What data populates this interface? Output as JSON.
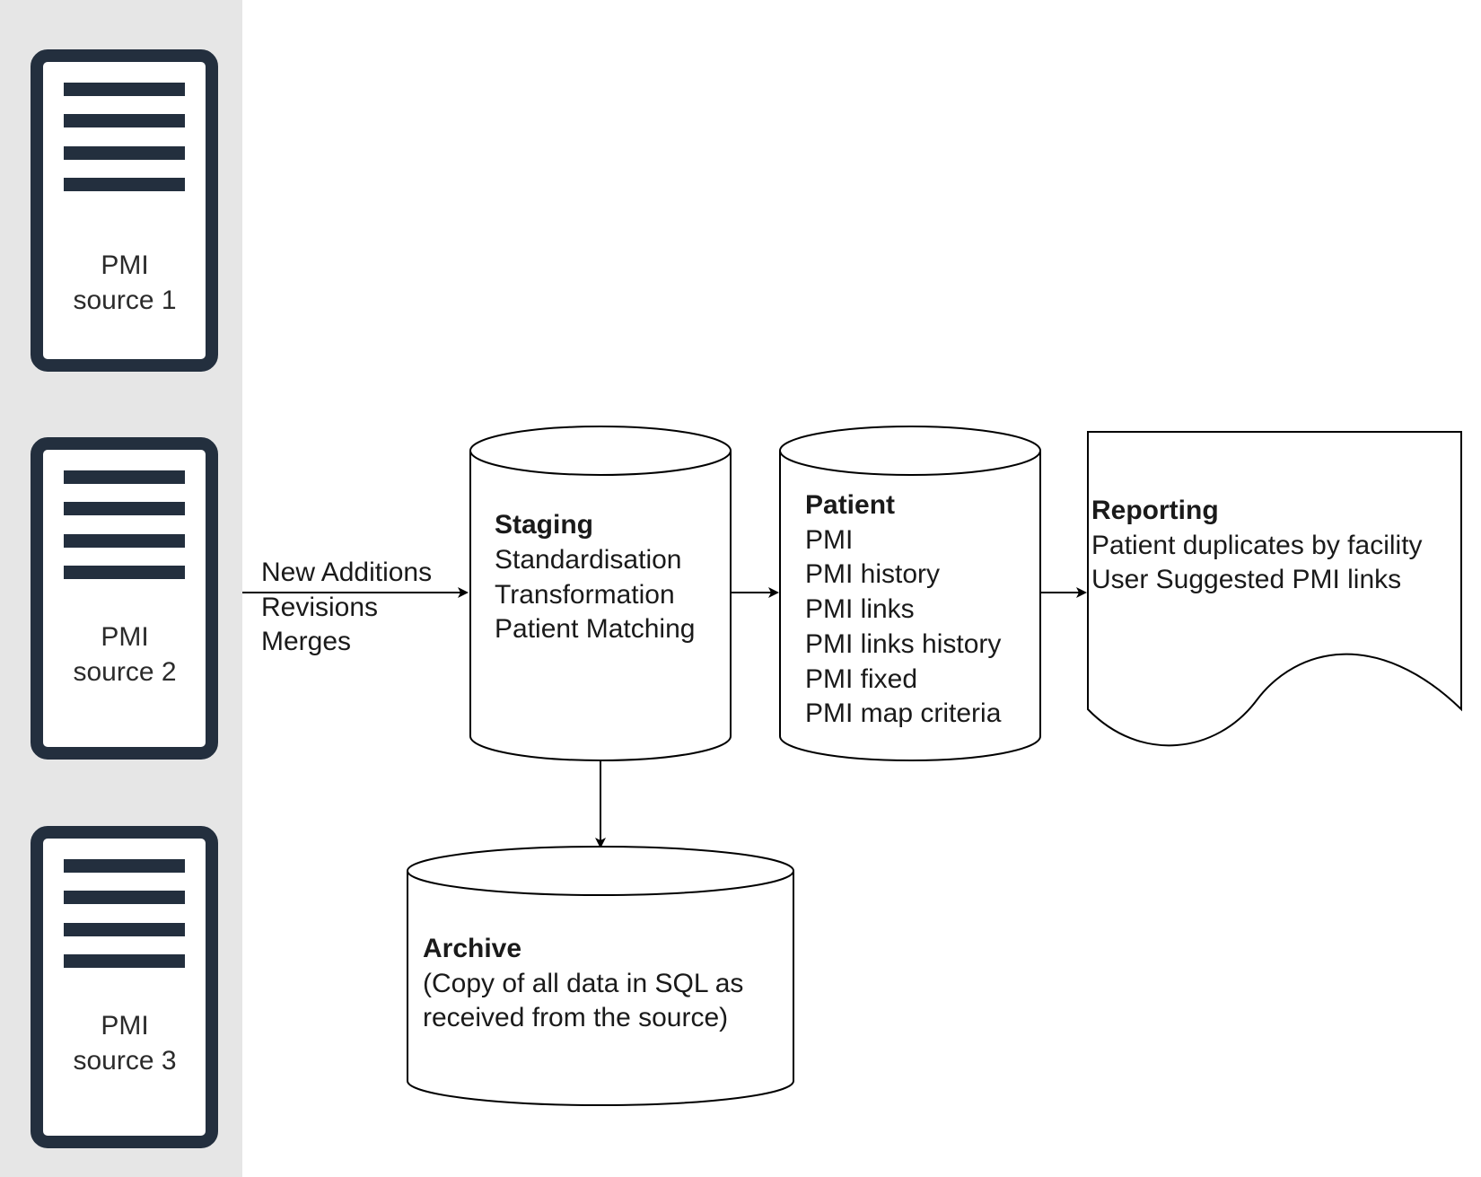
{
  "sources": [
    {
      "line1": "PMI",
      "line2": "source 1"
    },
    {
      "line1": "PMI",
      "line2": "source 2"
    },
    {
      "line1": "PMI",
      "line2": "source 3"
    }
  ],
  "flow_label": {
    "lines": [
      "New Additions",
      "Revisions",
      "Merges"
    ]
  },
  "staging": {
    "title": "Staging",
    "items": [
      "Standardisation",
      "Transformation",
      "Patient Matching"
    ]
  },
  "patient": {
    "title": "Patient",
    "items": [
      "PMI",
      "PMI history",
      "PMI links",
      "PMI links history",
      "PMI fixed",
      "PMI map criteria"
    ]
  },
  "reporting": {
    "title": "Reporting",
    "items": [
      "Patient duplicates by facility",
      "User Suggested PMI links"
    ]
  },
  "archive": {
    "title": "Archive",
    "items": [
      "(Copy of all data in SQL as",
      "received from the source)"
    ]
  },
  "colors": {
    "panel_bg": "#e6e6e6",
    "device_frame": "#232f3e",
    "stroke": "#000000"
  }
}
